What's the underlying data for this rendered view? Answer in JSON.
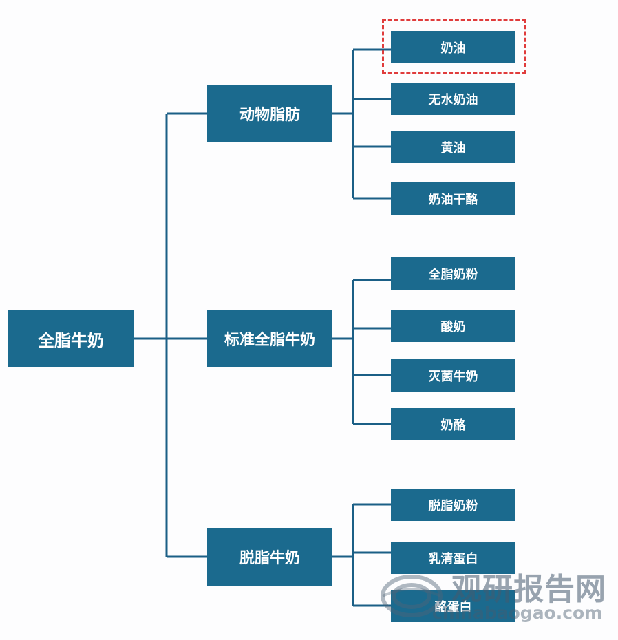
{
  "root": {
    "label": "全脂牛奶"
  },
  "categories": [
    {
      "label": "动物脂肪",
      "children": [
        "奶油",
        "无水奶油",
        "黄油",
        "奶油干酪"
      ]
    },
    {
      "label": "标准全脂牛奶",
      "children": [
        "全脂奶粉",
        "酸奶",
        "灭菌牛奶",
        "奶酪"
      ]
    },
    {
      "label": "脱脂牛奶",
      "children": [
        "脱脂奶粉",
        "乳清蛋白",
        "酪蛋白"
      ]
    }
  ],
  "highlighted_item": "奶油",
  "colors": {
    "node_fill": "#1b6a8e",
    "connector": "#1b5f86",
    "highlight_border": "#e03c3c"
  },
  "watermark": {
    "name": "观研报告网",
    "url": "chinabaogao.com"
  }
}
